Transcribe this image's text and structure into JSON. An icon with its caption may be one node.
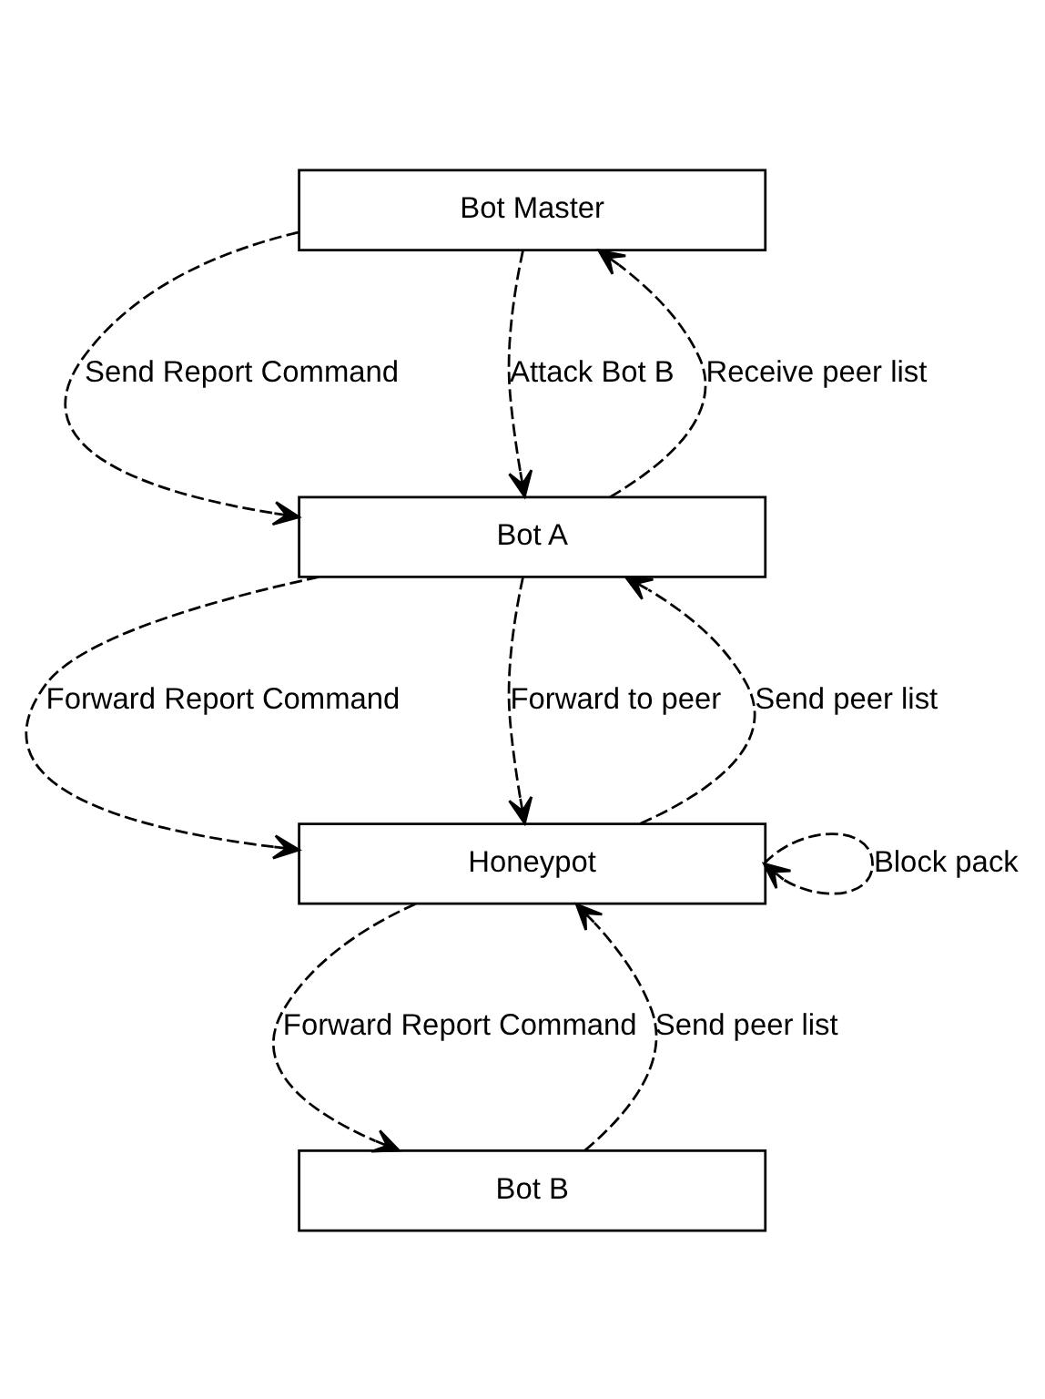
{
  "diagram": {
    "nodes": [
      {
        "text": [
          "Bot Master"
        ]
      },
      {
        "text": [
          "Bot A"
        ]
      },
      {
        "text": [
          "Honeypot"
        ]
      },
      {
        "text": [
          "Bot B"
        ]
      }
    ],
    "edges": [
      {
        "from": 0,
        "to": 1,
        "arrow": "to",
        "label": "Send Report Command",
        "style": "dashed"
      },
      {
        "from": 1,
        "to": 0,
        "arrow": "to",
        "label": "Receive peer list",
        "style": "dashed"
      },
      {
        "from": 0,
        "to": 1,
        "arrow": "to",
        "label": "Attack Bot B",
        "style": "dashed"
      },
      {
        "from": 1,
        "to": 2,
        "arrow": "to",
        "label": "Forward Report Command",
        "style": "dashed"
      },
      {
        "from": 2,
        "to": 1,
        "arrow": "to",
        "label": "Send peer list",
        "style": "dashed"
      },
      {
        "from": 1,
        "to": 2,
        "arrow": "to",
        "label": "Forward to peer",
        "style": "dashed"
      },
      {
        "from": 2,
        "to": 3,
        "arrow": "to",
        "label": "Forward Report Command",
        "style": "dashed"
      },
      {
        "from": 3,
        "to": 2,
        "arrow": "to",
        "label": "Send peer list",
        "style": "dashed"
      },
      {
        "from": 2,
        "to": 2,
        "arrow": "to",
        "label": "Block pack",
        "style": "dashed"
      }
    ]
  }
}
